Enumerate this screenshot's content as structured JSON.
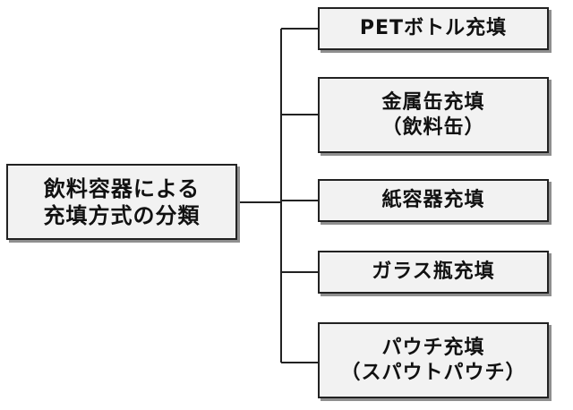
{
  "diagram": {
    "root": {
      "lines": [
        "飲料容器による",
        "充填方式の分類"
      ]
    },
    "children": [
      {
        "lines": [
          "PETボトル充填"
        ]
      },
      {
        "lines": [
          "金属缶充填",
          "（飲料缶）"
        ]
      },
      {
        "lines": [
          "紙容器充填"
        ]
      },
      {
        "lines": [
          "ガラス瓶充填"
        ]
      },
      {
        "lines": [
          "パウチ充填",
          "（スパウトパウチ）"
        ]
      }
    ]
  },
  "colors": {
    "box_fill": "#f2f2f2",
    "box_border": "#222222",
    "shadow": "#8f8f8f",
    "connector": "#222222"
  }
}
